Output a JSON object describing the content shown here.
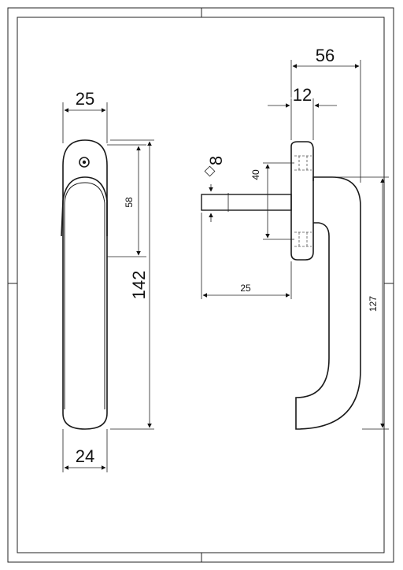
{
  "front_view": {
    "dim_top_width": "25",
    "dim_bottom_width": "24",
    "dim_upper_height": "58",
    "dim_total_height": "142"
  },
  "side_view": {
    "dim_spindle_square": "8",
    "dim_hole_spacing": "40",
    "dim_spindle_length": "25",
    "dim_rose_thickness": "12",
    "dim_projection": "56",
    "dim_handle_length": "127"
  },
  "colors": {
    "line": "#1a1a1a",
    "hidden": "#555555",
    "background": "#ffffff"
  }
}
